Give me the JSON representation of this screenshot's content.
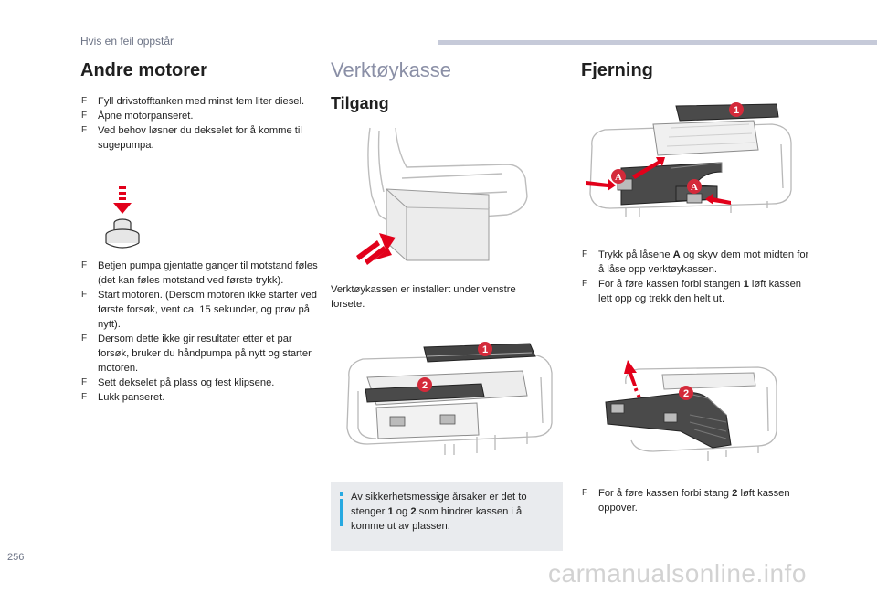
{
  "header": {
    "section": "Hvis en feil oppstår"
  },
  "left": {
    "title": "Andre motorer",
    "steps1": [
      "Fyll drivstofftanken med minst fem liter diesel.",
      "Åpne motorpanseret.",
      "Ved behov løsner du dekselet for å komme til sugepumpa."
    ],
    "steps2": [
      "Betjen pumpa gjentatte ganger til motstand føles (det kan føles motstand ved første trykk).",
      "Start motoren. (Dersom motoren ikke starter ved første forsøk, vent ca. 15 sekunder, og prøv på nytt).",
      "Dersom dette ikke gir resultater etter et par forsøk, bruker du håndpumpa på nytt og starter motoren.",
      "Sett dekselet på plass og fest klipsene.",
      "Lukk panseret."
    ]
  },
  "middle": {
    "title": "Verktøykasse",
    "subtitle": "Tilgang",
    "caption": "Verktøykassen er installert under venstre forsete.",
    "callout1": "1",
    "callout2": "2",
    "info": {
      "part1": "Av sikkerhetsmessige årsaker er det to stenger ",
      "b1": "1",
      "part2": " og ",
      "b2": "2",
      "part3": " som hindrer kassen i å komme ut av plassen."
    }
  },
  "right": {
    "title": "Fjerning",
    "callout1": "1",
    "calloutA": "A",
    "step1": {
      "part1": "Trykk på låsene ",
      "b": "A",
      "part2": " og skyv dem mot midten for å låse opp verktøykassen."
    },
    "step2": {
      "part1": "For å føre kassen forbi stangen ",
      "b": "1",
      "part2": " løft kassen lett opp og trekk den helt ut."
    },
    "callout2": "2",
    "step3": {
      "part1": "For å føre kassen forbi stang ",
      "b": "2",
      "part2": " løft kassen oppover."
    }
  },
  "footer": {
    "page_number": "256",
    "watermark": "carmanualsonline.info"
  },
  "colors": {
    "accent_red": "#e2001a",
    "callout_red": "#d42a3a",
    "info_blue": "#27a9e1",
    "info_bg": "#e9ebee",
    "header_bar": "#c6cad9"
  }
}
